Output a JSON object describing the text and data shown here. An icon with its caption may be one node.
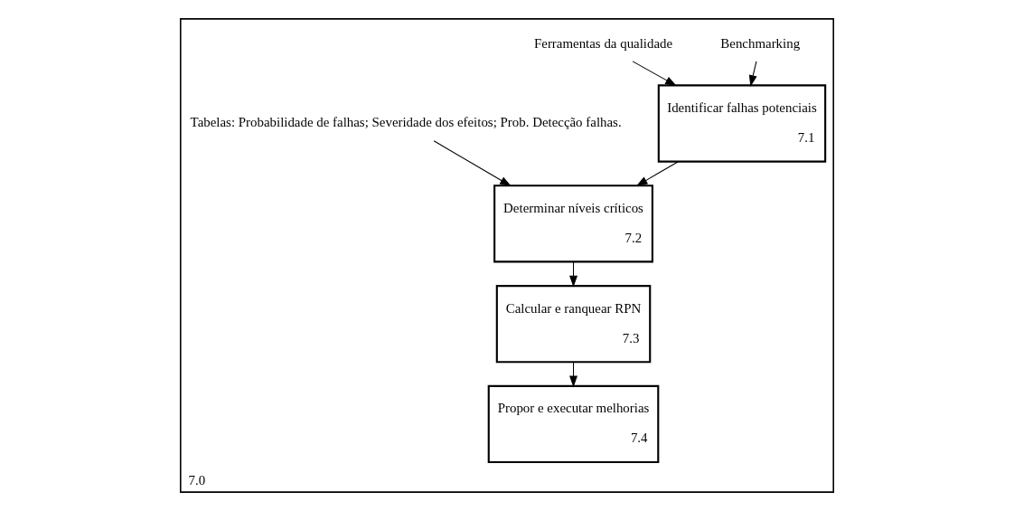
{
  "diagram": {
    "nodes": [
      {
        "text": [
          "7.0"
        ]
      },
      {
        "text": [
          "Benchmarking"
        ],
        "in": 0
      },
      {
        "text": [
          "Ferramentas da qualidade"
        ],
        "in": 0
      },
      {
        "text": [
          "Identificar falhas potenciais",
          "7.1"
        ],
        "in": 0
      },
      {
        "text": [
          "Tabelas: Probabilidade de falhas; Severidade dos efeitos; Prob. Detecção falhas."
        ],
        "in": 0
      },
      {
        "text": [
          "Determinar níveis críticos",
          "7.2"
        ],
        "in": 0
      },
      {
        "text": [
          "Calcular e ranquear RPN",
          "7.3"
        ],
        "in": 0
      },
      {
        "text": [
          "Propor e executar melhorias",
          "7.4"
        ],
        "in": 0
      }
    ],
    "edges": [
      {
        "from": 1,
        "to": 3,
        "arrow": "to"
      },
      {
        "from": 2,
        "to": 3,
        "arrow": "to"
      },
      {
        "from": 3,
        "to": 5,
        "arrow": "to"
      },
      {
        "from": 4,
        "to": 5,
        "arrow": "to"
      },
      {
        "from": 5,
        "to": 6,
        "arrow": "to"
      },
      {
        "from": 6,
        "to": 7,
        "arrow": "to"
      }
    ]
  }
}
